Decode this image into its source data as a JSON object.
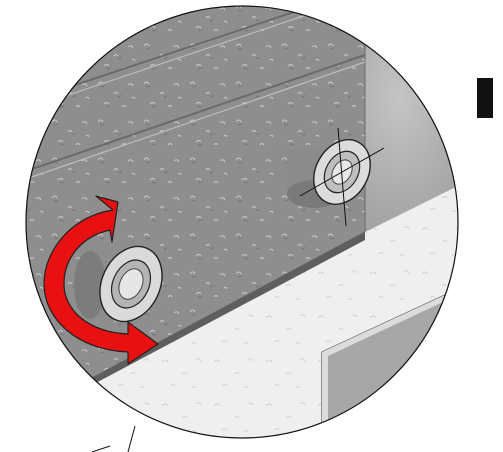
{
  "figure": {
    "kind": "assembly-instruction-detail",
    "callout_shape": "circle",
    "parts": {
      "upper_panel": {
        "color": "#8f8f8f",
        "texture": "speckled"
      },
      "lower_panel": {
        "color": "#f0f0f0",
        "texture": "speckled"
      },
      "side_block": {
        "color": "#b5b5b5"
      },
      "bushing_left": {
        "color": "#8a8a8a",
        "highlight": "rotate"
      },
      "bushing_right": {
        "color": "#8a8a8a",
        "crosshair": true
      },
      "inset_panel": {
        "color": "#a9a9a9"
      }
    },
    "rotation_arrow": {
      "color": "#e60000",
      "direction": "rotate",
      "icon": "rotate-arrow-icon"
    },
    "page_edge_marker": {
      "color": "#111111"
    }
  }
}
